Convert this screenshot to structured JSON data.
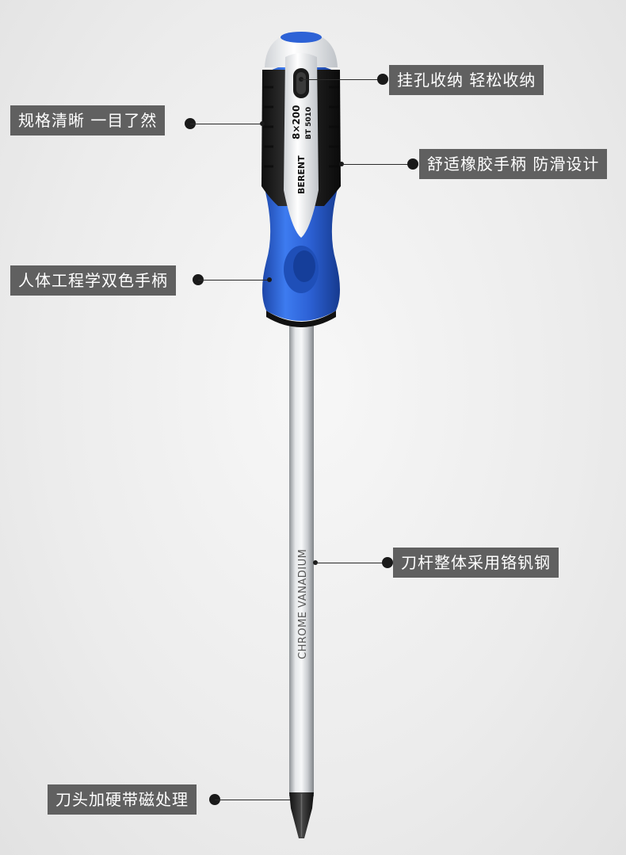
{
  "product": {
    "brand": "BERENT",
    "size": "8×200",
    "model": "BT 5010",
    "shaft_text": "CHROME VANADIUM",
    "colors": {
      "handle_blue": "#2d62d6",
      "grip_black": "#1c1c1c",
      "shaft_silver": "#c4c7cb",
      "tip_black": "#2a2a2a",
      "label_bg": "#606060"
    }
  },
  "callouts": {
    "hang_hole": "挂孔收纳 轻松收纳",
    "clear_spec": "规格清晰 一目了然",
    "rubber_grip": "舒适橡胶手柄 防滑设计",
    "ergonomic": "人体工程学双色手柄",
    "shaft": "刀杆整体采用铬钒钢",
    "tip": "刀头加硬带磁处理"
  }
}
